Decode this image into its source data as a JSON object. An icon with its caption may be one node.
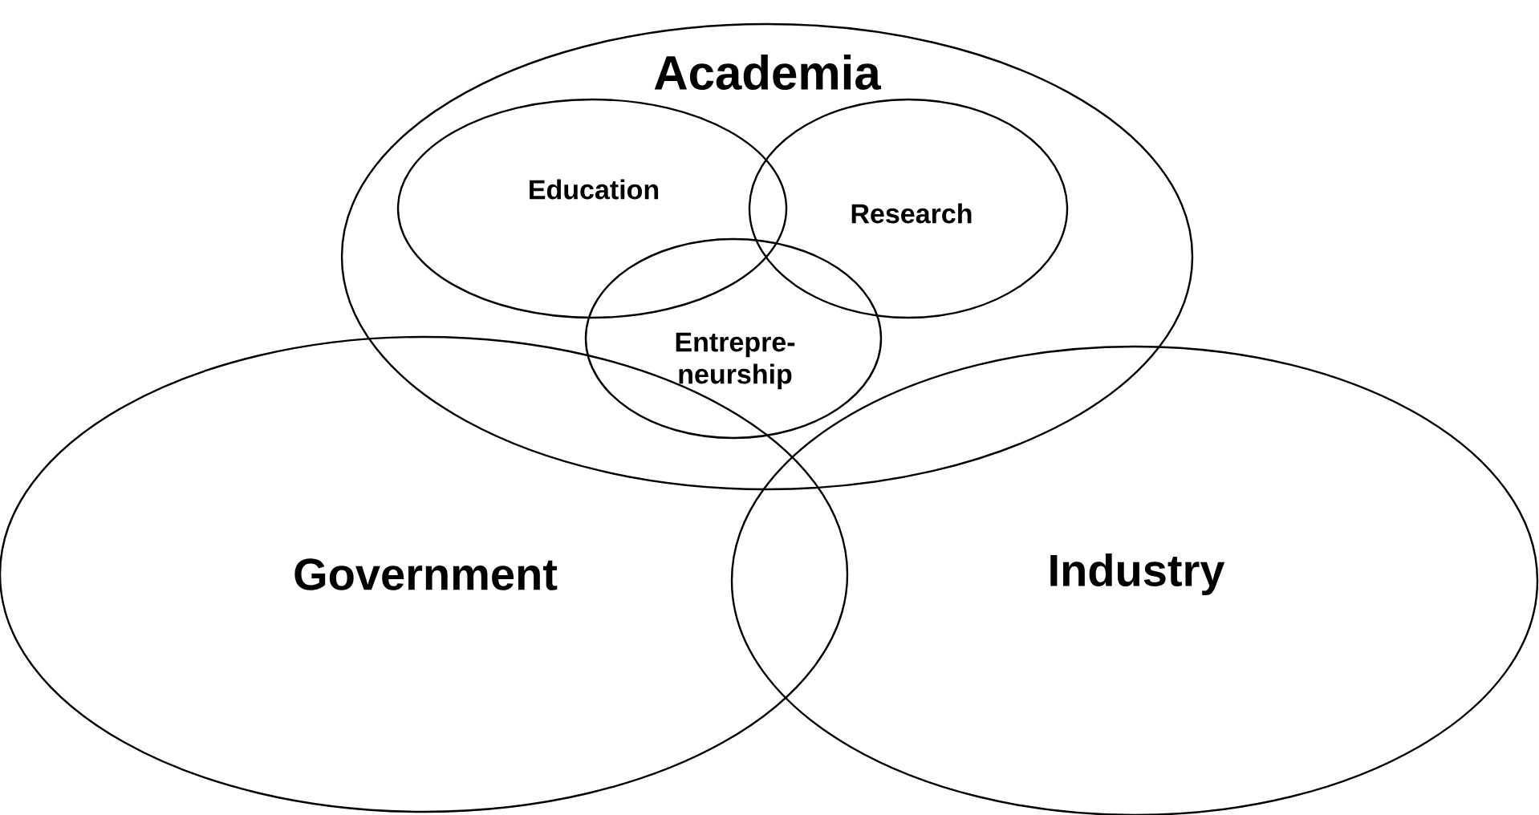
{
  "diagram": {
    "nodes": [
      {
        "text": [
          "Academia"
        ]
      },
      {
        "text": [
          "Education"
        ],
        "in": 0
      },
      {
        "text": [
          "Research"
        ],
        "in": 0
      },
      {
        "text": [
          "Entrepre- neurship"
        ],
        "in": 0
      },
      {
        "text": [
          "Government"
        ]
      },
      {
        "text": [
          "Industry"
        ]
      }
    ],
    "edges": []
  }
}
